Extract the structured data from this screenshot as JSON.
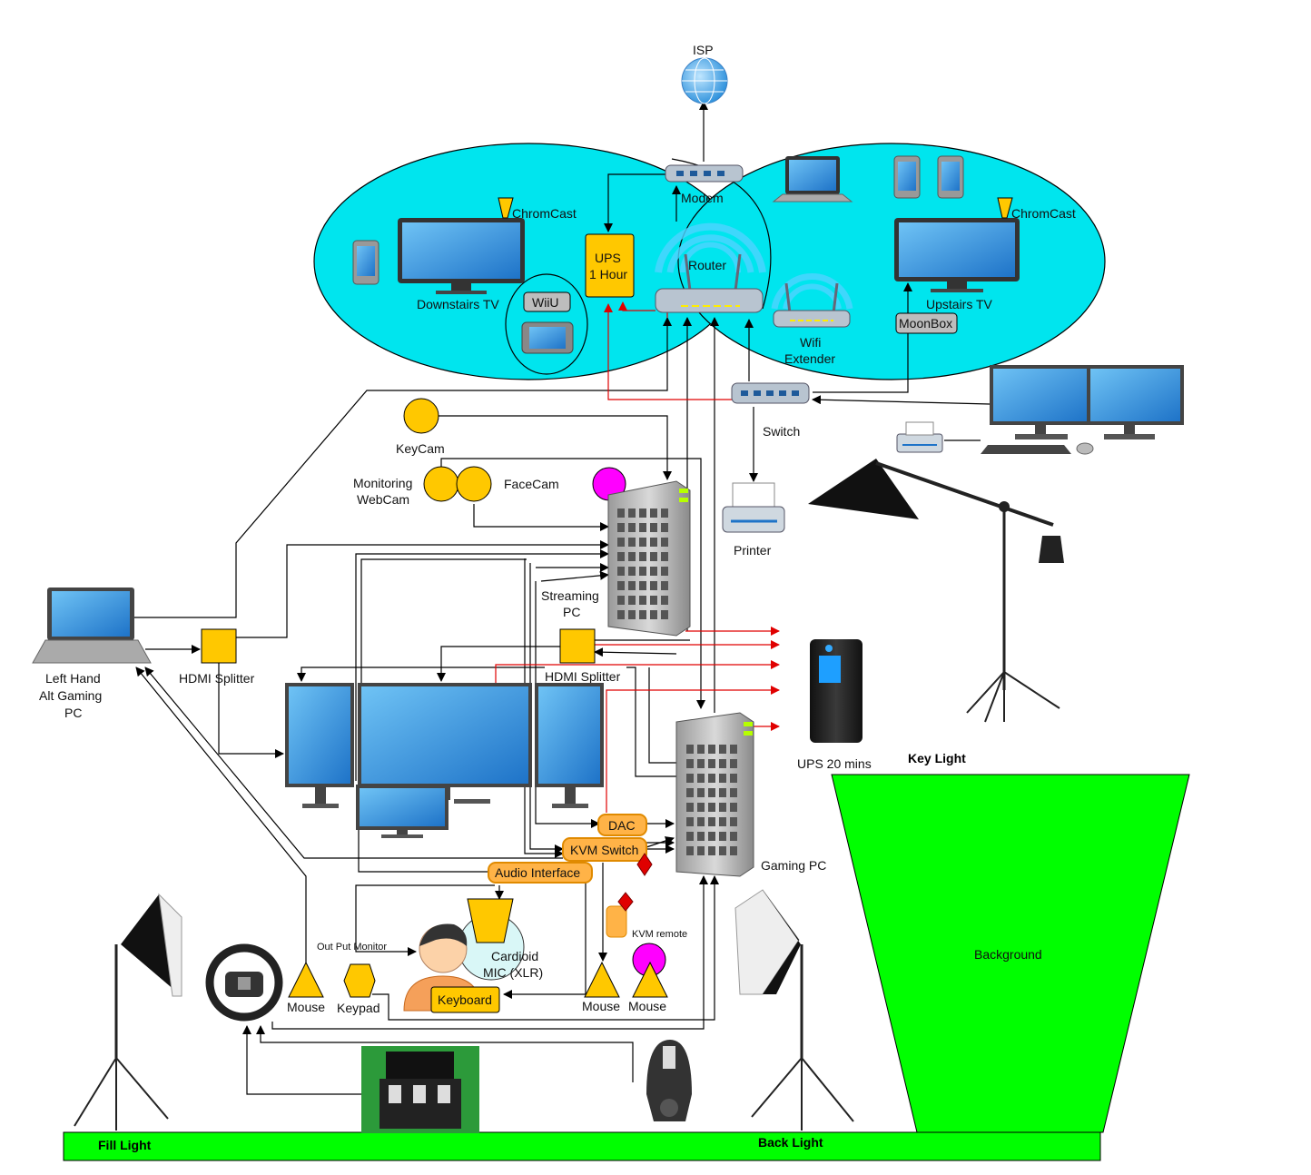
{
  "labels": {
    "isp": "ISP",
    "modem": "Modem",
    "router": "Router",
    "ups1": "UPS",
    "ups1b": "1 Hour",
    "chromecast_left": "ChromCast",
    "chromecast_right": "ChromCast",
    "downstairs_tv": "Downstairs TV",
    "upstairs_tv": "Upstairs TV",
    "wiiu": "WiiU",
    "moonbox": "MoonBox",
    "wifi_extender_1": "Wifi",
    "wifi_extender_2": "Extender",
    "switch": "Switch",
    "printer": "Printer",
    "keycam": "KeyCam",
    "monitoring_webcam_1": "Monitoring",
    "monitoring_webcam_2": "WebCam",
    "facecam": "FaceCam",
    "streaming_pc_1": "Streaming",
    "streaming_pc_2": "PC",
    "left_pc_1": "Left Hand",
    "left_pc_2": "Alt Gaming",
    "left_pc_3": "PC",
    "hdmi_splitter_left": "HDMI Splitter",
    "hdmi_splitter_right": "HDMI Splitter",
    "dac": "DAC",
    "kvm_switch": "KVM Switch",
    "audio_interface": "Audio Interface",
    "kvm_remote": "KVM remote",
    "gaming_pc": "Gaming PC",
    "ups20": "UPS 20 mins",
    "key_light": "Key Light",
    "background": "Background",
    "cardioid_1": "Cardioid",
    "cardioid_2": "MIC (XLR)",
    "output_monitor": "Out Put Monitor",
    "keyboard": "Keyboard",
    "keypad": "Keypad",
    "mouse_1": "Mouse",
    "mouse_2": "Mouse",
    "mouse_3": "Mouse",
    "fill_light": "Fill Light",
    "back_light": "Back Light"
  },
  "colors": {
    "network_zone": "#00e5ee",
    "node_yellow": "#ffc800",
    "node_orange": "#ffb347",
    "magenta": "#ff00ff",
    "green_screen": "#00ff00",
    "red_wire": "#e00000"
  }
}
